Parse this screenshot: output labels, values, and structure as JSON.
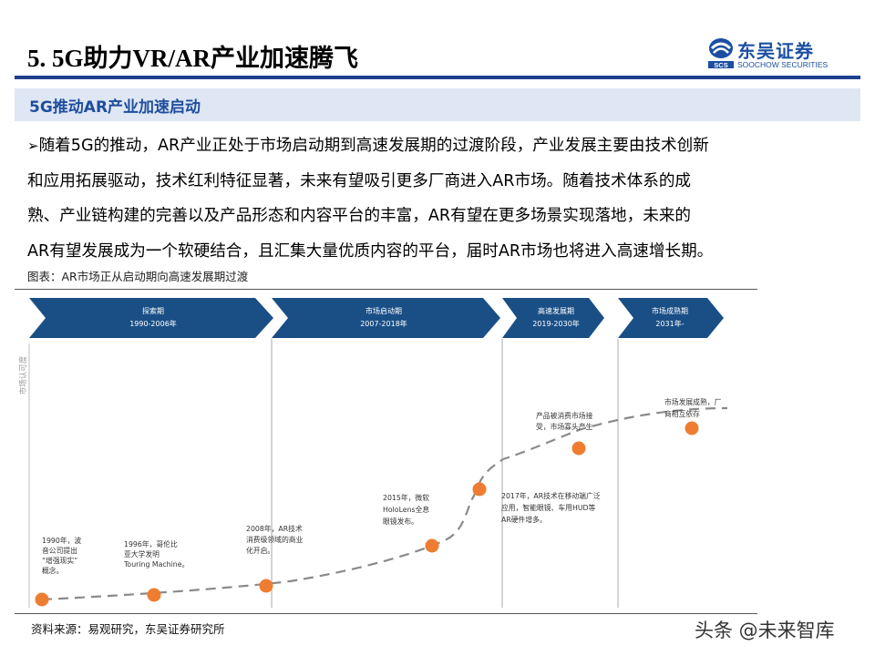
{
  "header": {
    "title": "5. 5G助力VR/AR产业加速腾飞",
    "logo_cn": "东吴证券",
    "logo_en": "SOOCHOW SECURITIES"
  },
  "section": {
    "heading": "5G推动AR产业加速启动",
    "bullet_symbol": "➢",
    "lines": [
      "随着5G的推动，AR产业正处于市场启动期到高速发展期的过渡阶段，产业发展主要由技术创新",
      "和应用拓展驱动，技术红利特征显著，未来有望吸引更多厂商进入AR市场。随着技术体系的成",
      "熟、产业链构建的完善以及产品形态和内容平台的丰富，AR有望在更多场景实现落地，未来的",
      "AR有望发展成为一个软硬结合，且汇集大量优质内容的平台，届时AR市场也将进入高速增长期。"
    ]
  },
  "figure": {
    "caption": "图表：AR市场正从启动期向高速发展期过渡",
    "y_axis_label": "市场认可度",
    "phases": [
      {
        "name": "探索期",
        "years": "1990-2006年"
      },
      {
        "name": "市场启动期",
        "years": "2007-2018年"
      },
      {
        "name": "高速发展期",
        "years": "2019-2030年"
      },
      {
        "name": "市场成熟期",
        "years": "2031年-"
      }
    ],
    "milestones": [
      {
        "lines": [
          "1990年，波",
          "音公司提出",
          "“增强现实”",
          "概念。"
        ]
      },
      {
        "lines": [
          "1996年，哥伦比",
          "亚大学发明",
          "Touring Machine。"
        ]
      },
      {
        "lines": [
          "2008年，AR技术",
          "消费级领域的商业",
          "化开启。"
        ]
      },
      {
        "lines": [
          "2015年，微软",
          "HoloLens全息",
          "眼镜发布。"
        ]
      },
      {
        "lines": [
          "2017年，AR技术在移动端广泛",
          "应用，智能眼镜、车用HUD等",
          "AR硬件增多。"
        ]
      },
      {
        "lines": [
          "产品被消费市场接",
          "受，市场寡头产生"
        ]
      },
      {
        "lines": [
          "市场发展成熟，厂",
          "商相互依存"
        ]
      }
    ],
    "colors": {
      "arrow_fill": "#1a4f86",
      "marker_fill": "#ee7d31",
      "curve": "#8a8a8a",
      "divider": "#a9a9a9"
    }
  },
  "source": "资料来源：易观研究，东吴证券研究所",
  "watermark": "头条 @未来智库"
}
